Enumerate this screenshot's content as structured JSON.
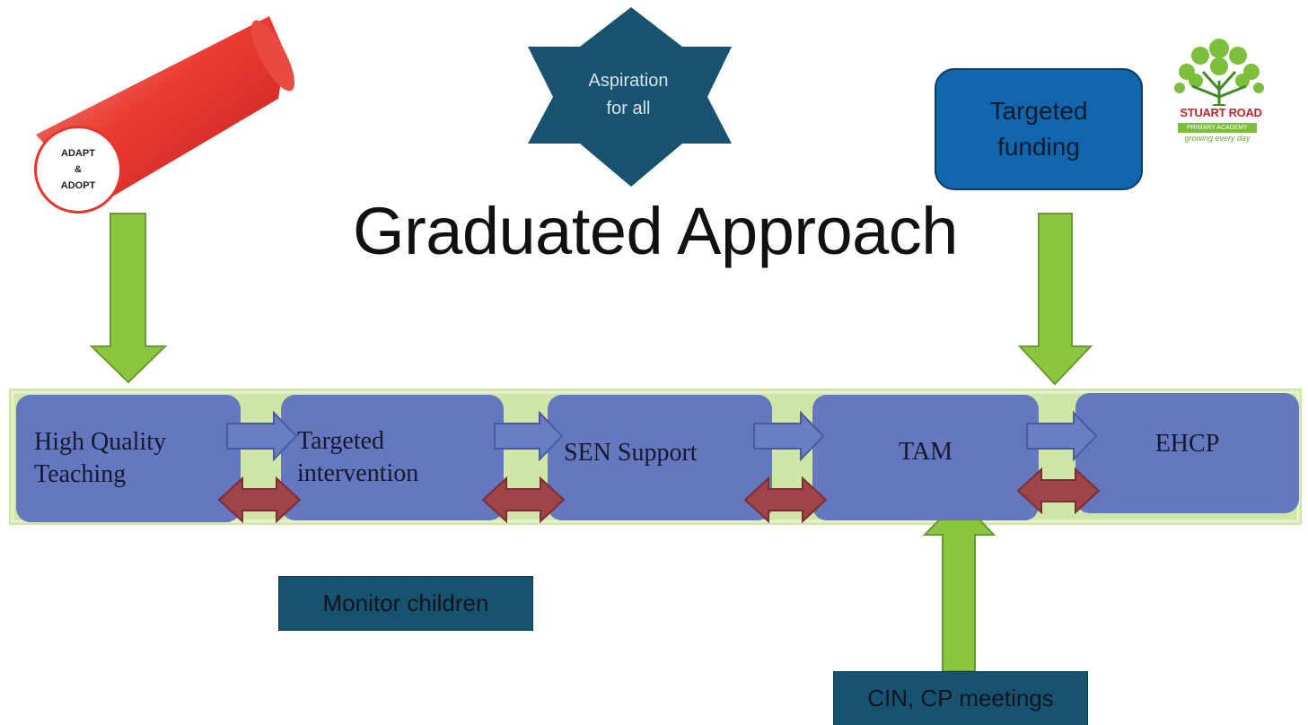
{
  "rod_label": {
    "line1": "ADAPT",
    "line2": "&",
    "line3": "ADOPT"
  },
  "star": {
    "line1": "Aspiration",
    "line2": "for all"
  },
  "funding": {
    "line1": "Targeted",
    "line2": "funding"
  },
  "logo": {
    "name": "STUART ROAD",
    "subtitle": "PRIMARY ACADEMY",
    "tagline": "growing every day"
  },
  "title": "Graduated Approach",
  "stages": [
    {
      "line1": "High Quality",
      "line2": "Teaching"
    },
    {
      "line1": "Targeted",
      "line2": "intervention"
    },
    {
      "line1": "SEN Support"
    },
    {
      "line1": "TAM"
    },
    {
      "line1": "EHCP"
    }
  ],
  "monitor": "Monitor children",
  "meetings": "CIN, CP meetings",
  "colors": {
    "stage_fill": "#6578bf",
    "band": "#cfe6a6",
    "green_arrow": "#8cc63f",
    "red_arrow": "#a0444a",
    "dark_teal": "#17536f",
    "funding_blue": "#1266ad"
  }
}
